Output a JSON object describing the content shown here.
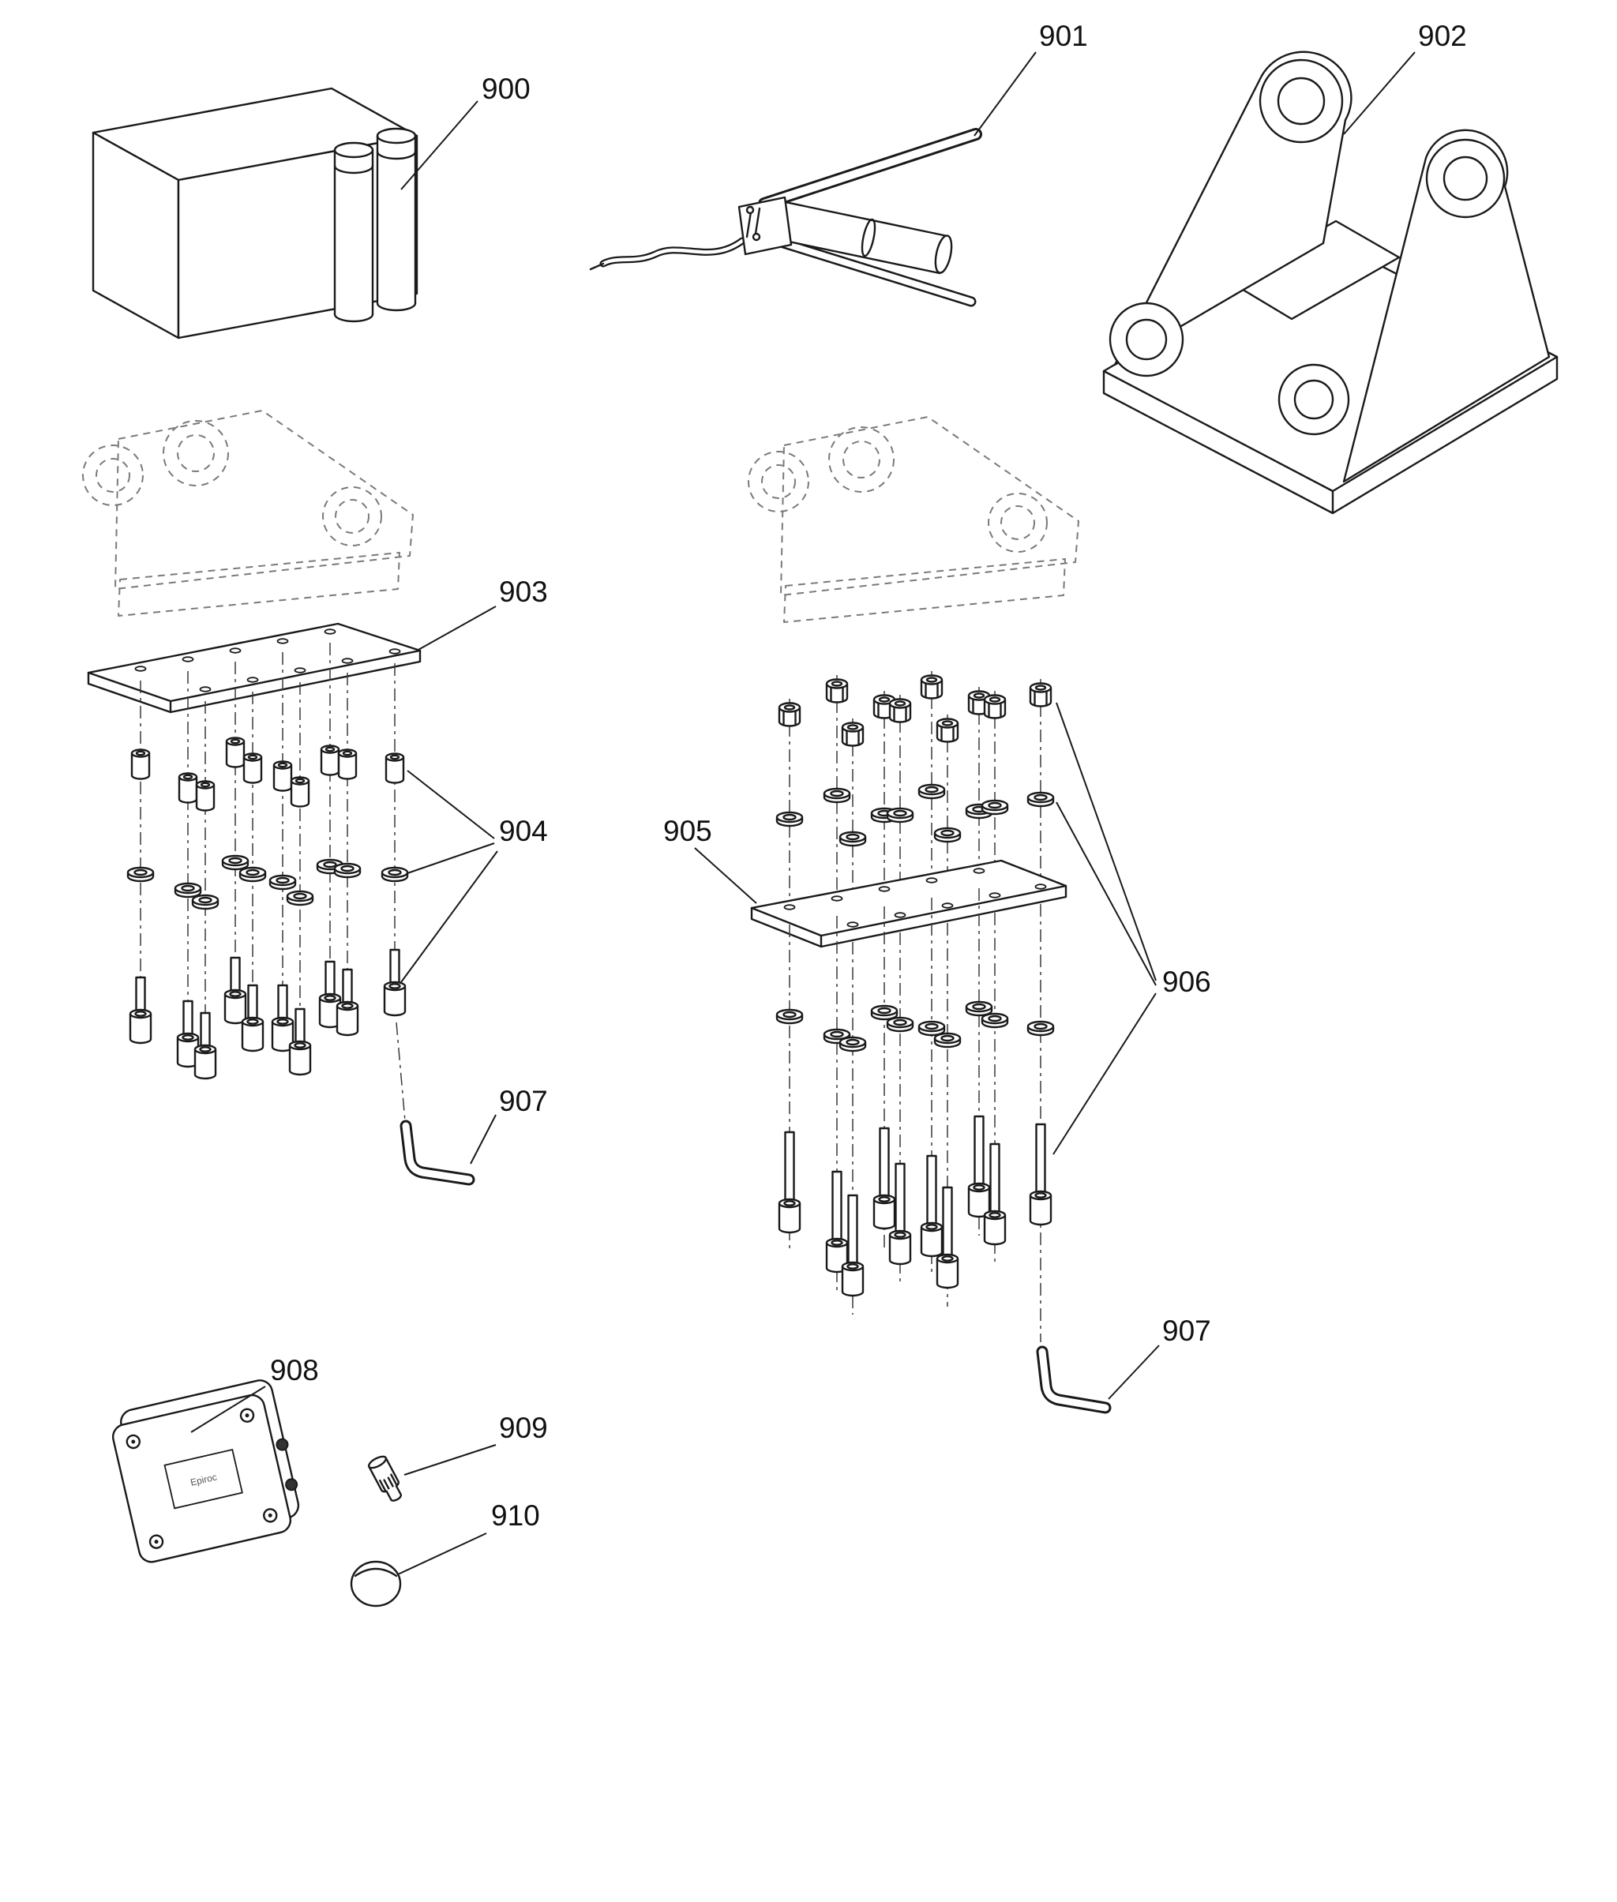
{
  "page": {
    "background": "#ffffff",
    "line_color": "#1a1a1a",
    "ghost_line_color": "#7a7a7a"
  },
  "callouts": {
    "c900": "900",
    "c901": "901",
    "c902": "902",
    "c903": "903",
    "c904": "904",
    "c905": "905",
    "c906": "906",
    "c907_left": "907",
    "c907_right": "907",
    "c908": "908",
    "c909": "909",
    "c910": "910"
  },
  "device": {
    "label": "Epiroc"
  }
}
